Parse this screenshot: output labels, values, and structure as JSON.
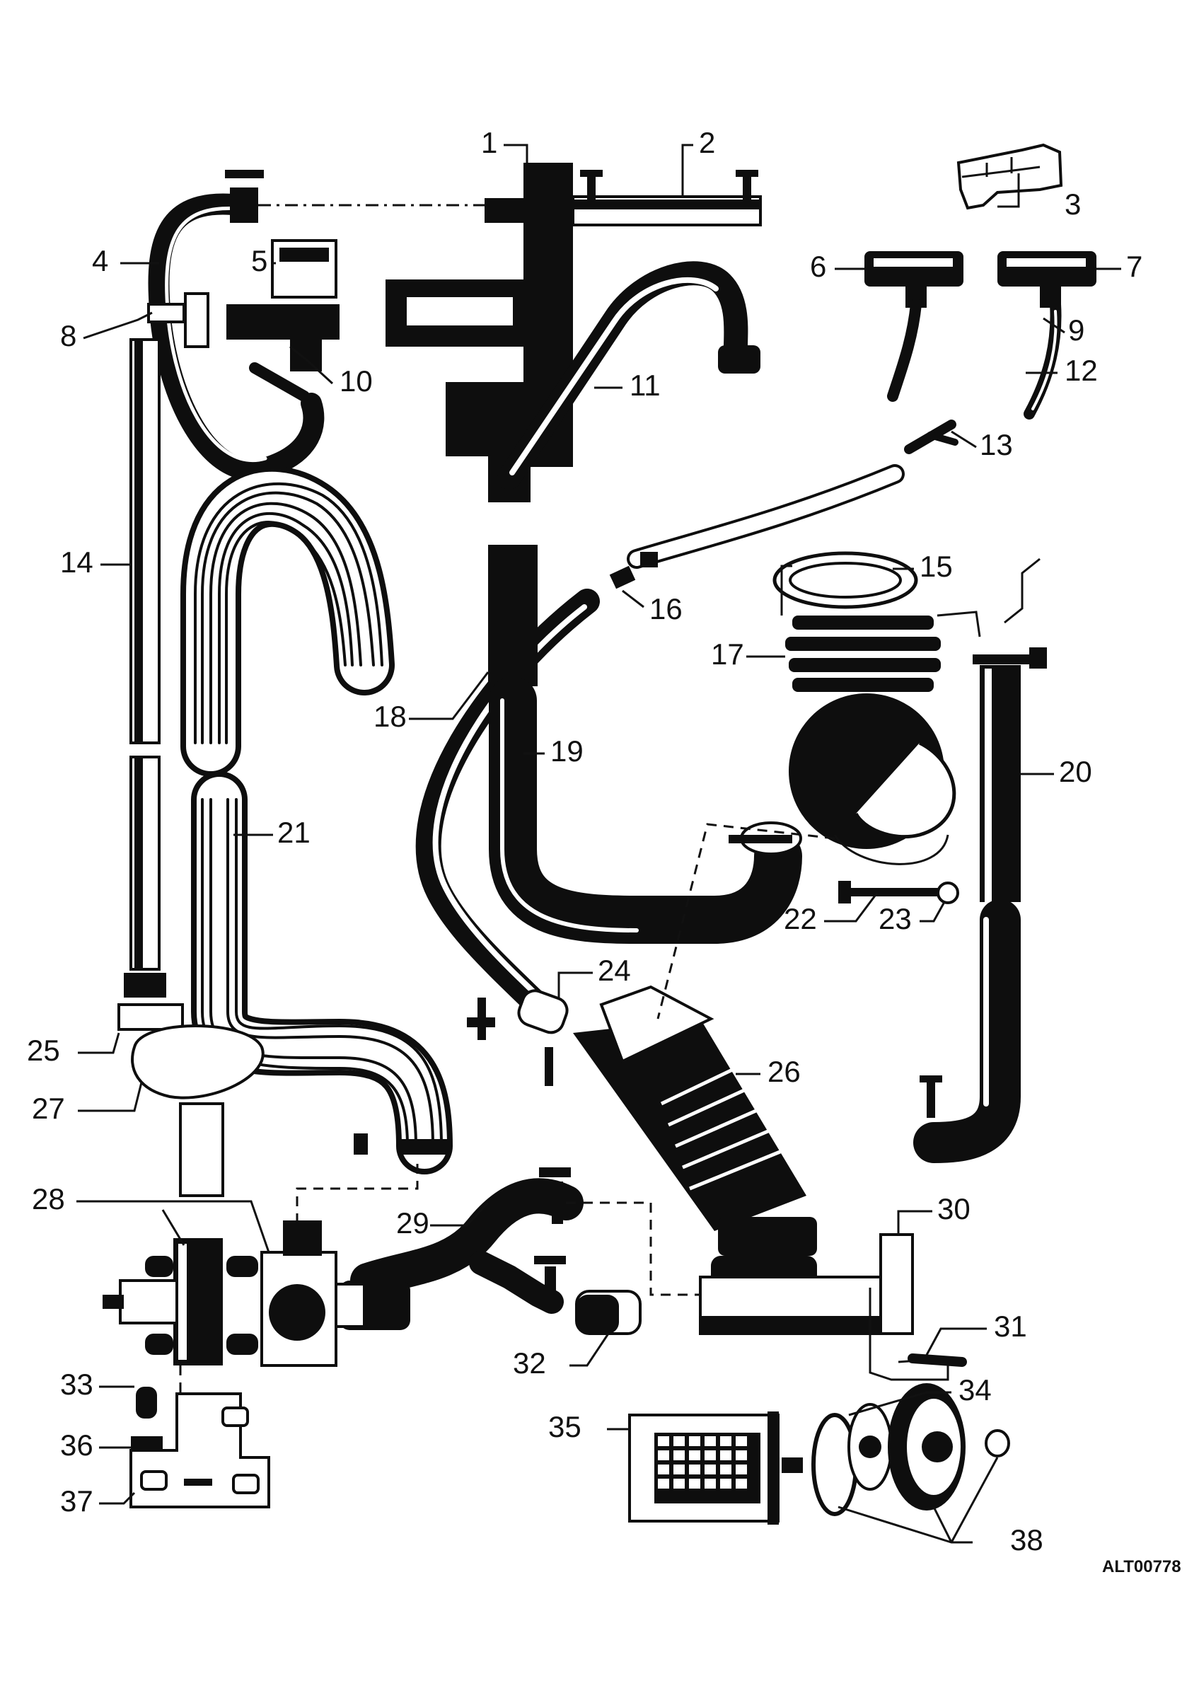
{
  "diagram": {
    "callouts": [
      "1",
      "2",
      "3",
      "4",
      "5",
      "6",
      "7",
      "8",
      "9",
      "10",
      "11",
      "12",
      "13",
      "14",
      "15",
      "16",
      "17",
      "18",
      "19",
      "20",
      "21",
      "22",
      "23",
      "24",
      "25",
      "26",
      "27",
      "28",
      "29",
      "30",
      "31",
      "32",
      "33",
      "34",
      "35",
      "36",
      "37",
      "38"
    ],
    "reference_code": "ALT00778"
  }
}
